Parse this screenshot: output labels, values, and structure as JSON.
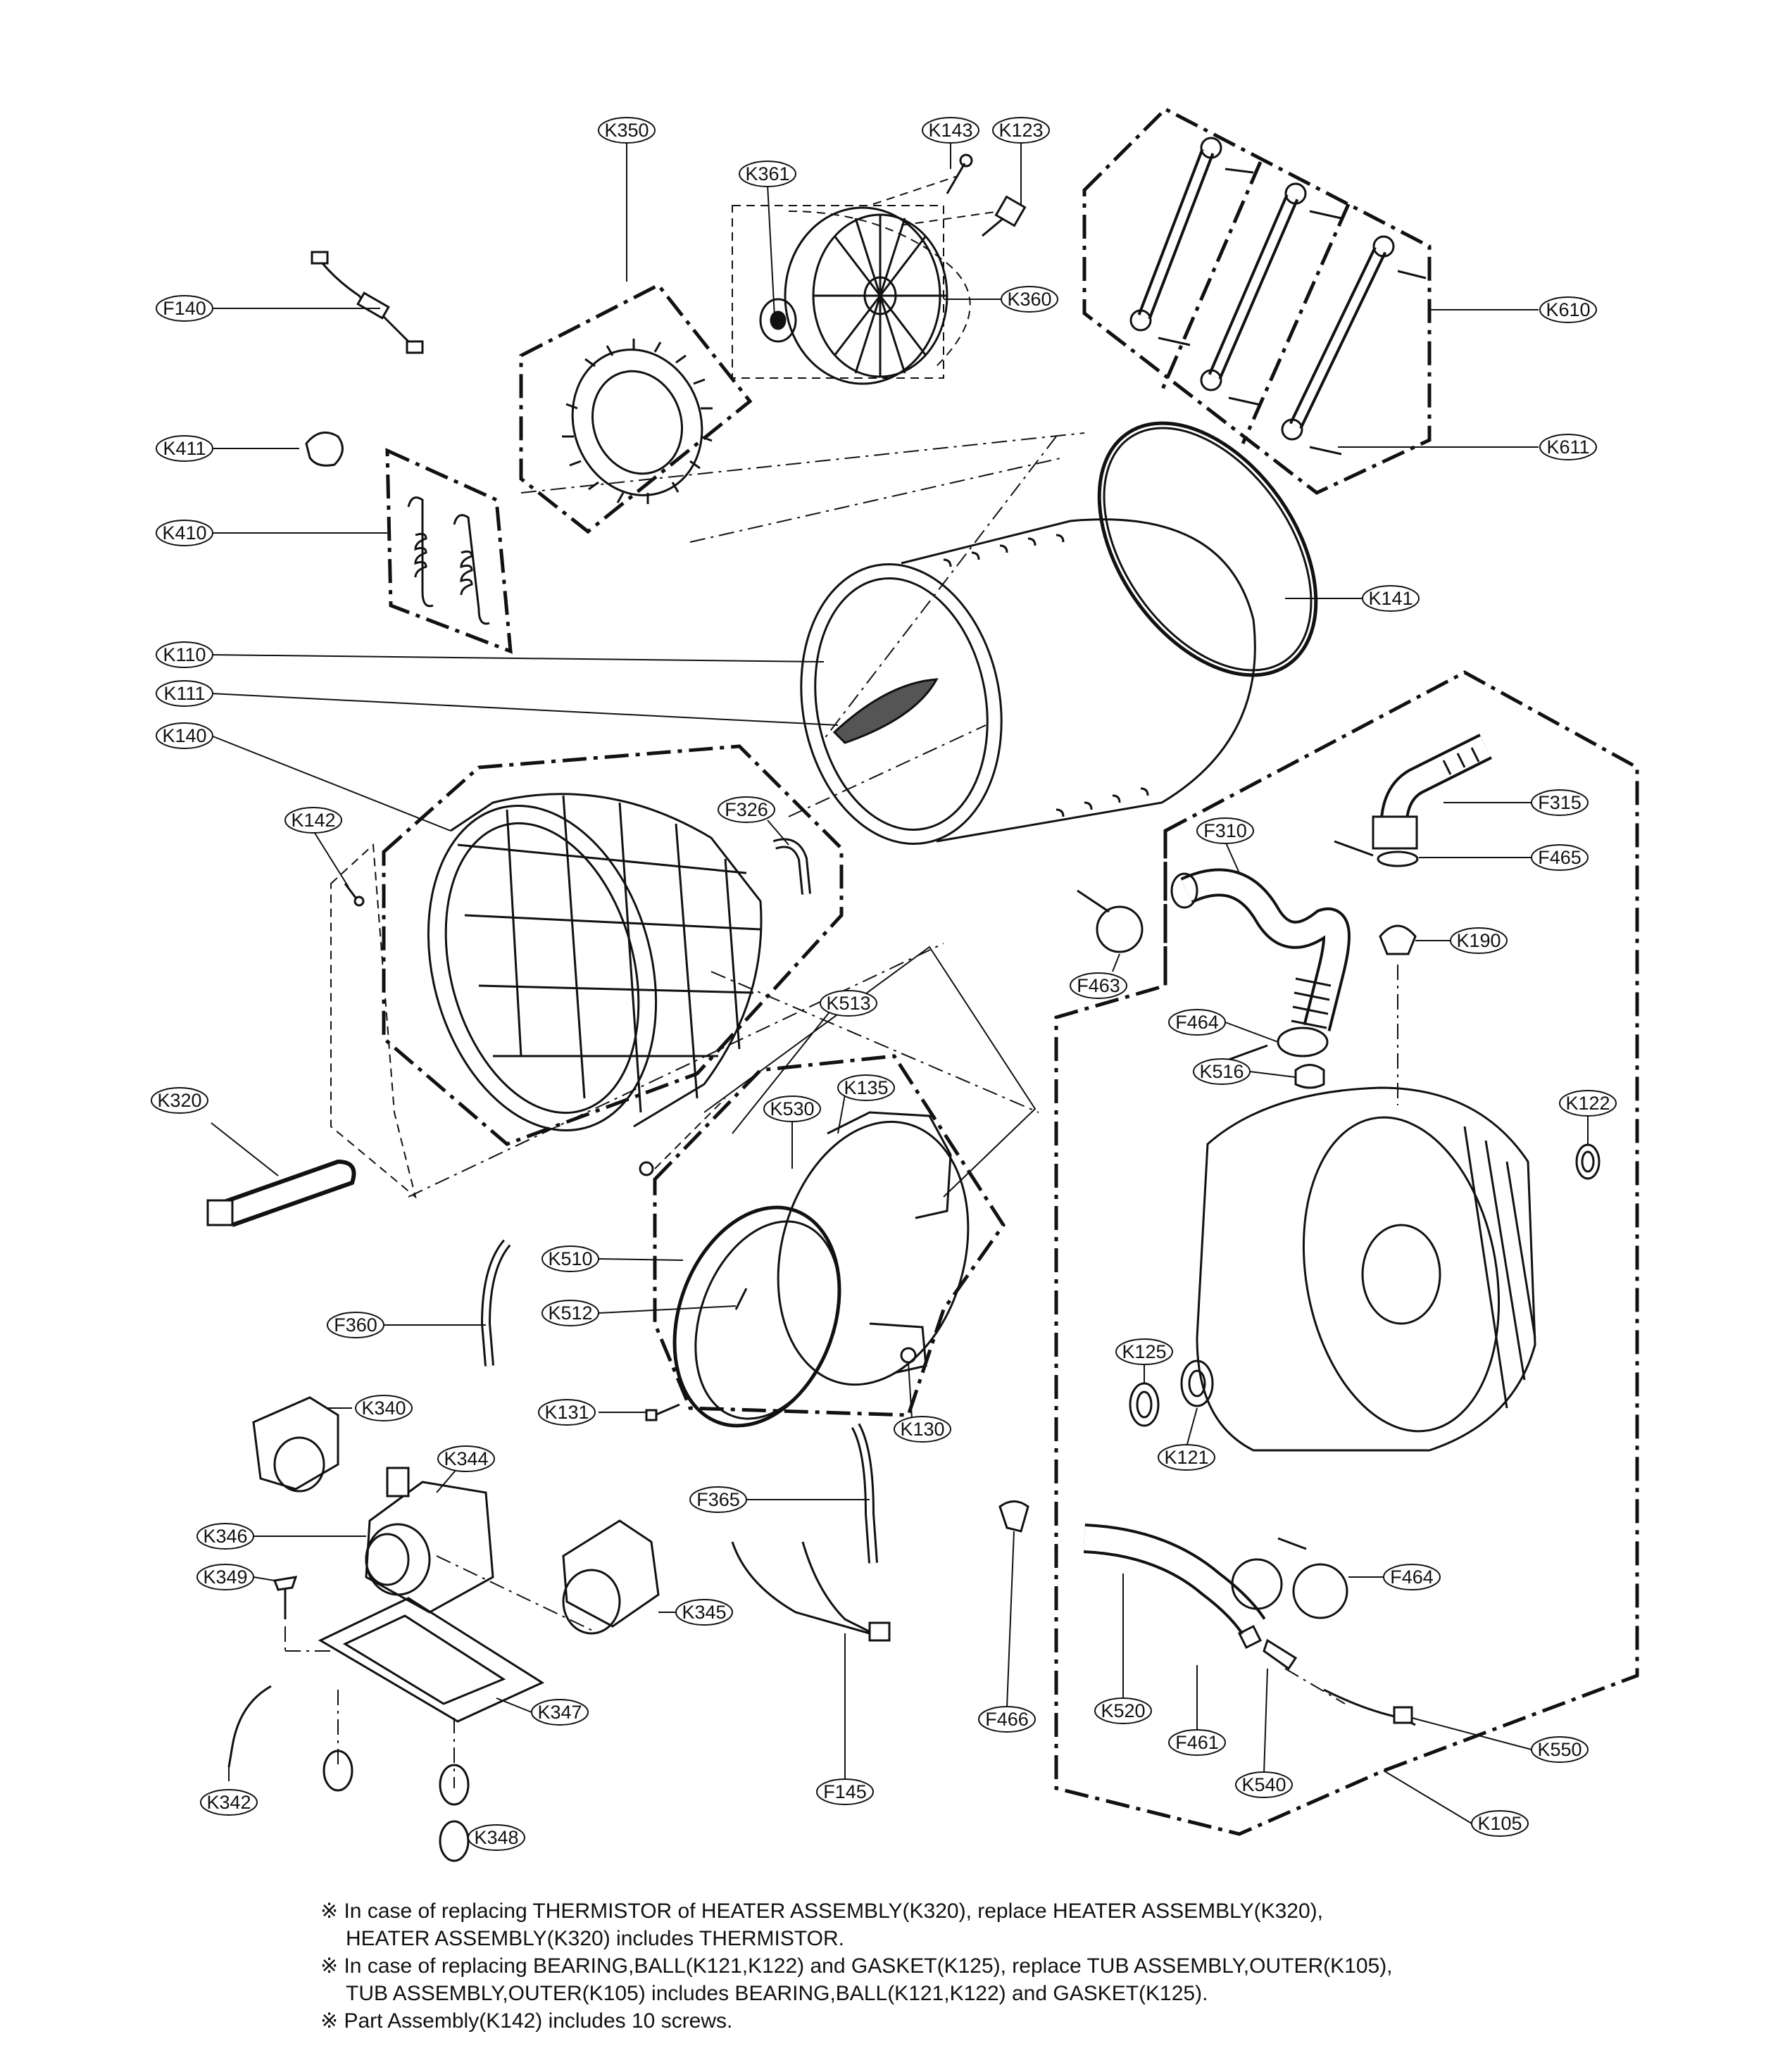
{
  "colors": {
    "ink": "#111111",
    "paper": "#ffffff",
    "groupLine": "#111111"
  },
  "callouts": [
    {
      "id": "K350",
      "label": "K350"
    },
    {
      "id": "K361",
      "label": "K361"
    },
    {
      "id": "K143",
      "label": "K143"
    },
    {
      "id": "K123",
      "label": "K123"
    },
    {
      "id": "K360",
      "label": "K360"
    },
    {
      "id": "F140",
      "label": "F140"
    },
    {
      "id": "K610",
      "label": "K610"
    },
    {
      "id": "K611",
      "label": "K611"
    },
    {
      "id": "K411",
      "label": "K411"
    },
    {
      "id": "K410",
      "label": "K410"
    },
    {
      "id": "K141",
      "label": "K141"
    },
    {
      "id": "K110",
      "label": "K110"
    },
    {
      "id": "K111",
      "label": "K111"
    },
    {
      "id": "K140",
      "label": "K140"
    },
    {
      "id": "K142",
      "label": "K142"
    },
    {
      "id": "F326",
      "label": "F326"
    },
    {
      "id": "F315",
      "label": "F315"
    },
    {
      "id": "F310",
      "label": "F310"
    },
    {
      "id": "F465",
      "label": "F465"
    },
    {
      "id": "K190",
      "label": "K190"
    },
    {
      "id": "F463",
      "label": "F463"
    },
    {
      "id": "K513",
      "label": "K513"
    },
    {
      "id": "K135",
      "label": "K135"
    },
    {
      "id": "K530",
      "label": "K530"
    },
    {
      "id": "F464a",
      "label": "F464"
    },
    {
      "id": "K516",
      "label": "K516"
    },
    {
      "id": "K122",
      "label": "K122"
    },
    {
      "id": "K320",
      "label": "K320"
    },
    {
      "id": "K510",
      "label": "K510"
    },
    {
      "id": "K512",
      "label": "K512"
    },
    {
      "id": "F360",
      "label": "F360"
    },
    {
      "id": "K125",
      "label": "K125"
    },
    {
      "id": "K340",
      "label": "K340"
    },
    {
      "id": "K131",
      "label": "K131"
    },
    {
      "id": "K130",
      "label": "K130"
    },
    {
      "id": "K121",
      "label": "K121"
    },
    {
      "id": "K344",
      "label": "K344"
    },
    {
      "id": "F365",
      "label": "F365"
    },
    {
      "id": "K346",
      "label": "K346"
    },
    {
      "id": "K349",
      "label": "K349"
    },
    {
      "id": "K345",
      "label": "K345"
    },
    {
      "id": "F464b",
      "label": "F464"
    },
    {
      "id": "K347",
      "label": "K347"
    },
    {
      "id": "K520",
      "label": "K520"
    },
    {
      "id": "F466",
      "label": "F466"
    },
    {
      "id": "F461",
      "label": "F461"
    },
    {
      "id": "K550",
      "label": "K550"
    },
    {
      "id": "K342",
      "label": "K342"
    },
    {
      "id": "F145",
      "label": "F145"
    },
    {
      "id": "K540",
      "label": "K540"
    },
    {
      "id": "K105",
      "label": "K105"
    },
    {
      "id": "K348",
      "label": "K348"
    }
  ],
  "notes": [
    {
      "lines": [
        "※ In case of replacing THERMISTOR of HEATER ASSEMBLY(K320), replace HEATER ASSEMBLY(K320),",
        "HEATER ASSEMBLY(K320) includes THERMISTOR."
      ]
    },
    {
      "lines": [
        "※ In case of replacing BEARING,BALL(K121,K122) and GASKET(K125), replace TUB ASSEMBLY,OUTER(K105),",
        "TUB ASSEMBLY,OUTER(K105) includes BEARING,BALL(K121,K122) and GASKET(K125)."
      ]
    },
    {
      "lines": [
        "※ Part Assembly(K142) includes 10 screws."
      ]
    }
  ]
}
